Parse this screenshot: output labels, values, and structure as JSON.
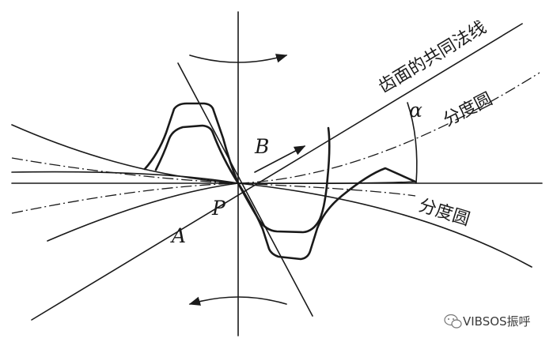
{
  "labels": {
    "common_normal": "齿面的共同法线",
    "pitch_circle_top": "分度圆",
    "pitch_circle_bottom": "分度圆",
    "alpha": "α",
    "point_b": "B",
    "point_p": "P",
    "point_a": "A"
  },
  "watermark": {
    "text": "VIBSOS振呼",
    "icon": "wechat-icon"
  },
  "colors": {
    "ink": "#1a1a1a",
    "background": "#ffffff"
  }
}
